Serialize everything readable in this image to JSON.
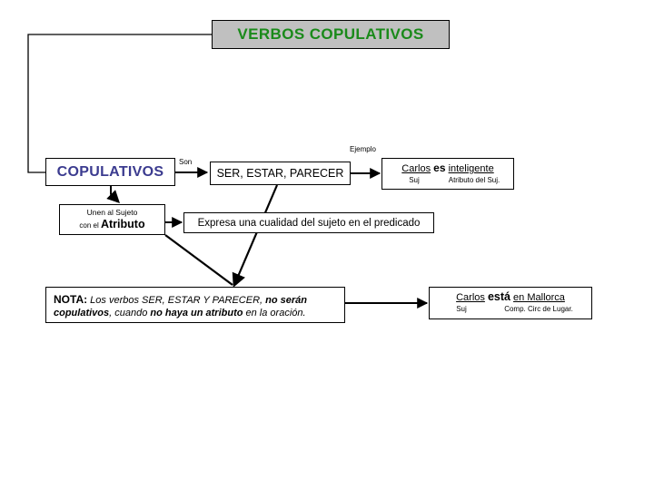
{
  "slide": {
    "title": "VERBOS COPULATIVOS",
    "title_color": "#1a8a1a",
    "title_bg": "#c0c0c0"
  },
  "nodes": {
    "copulativos": {
      "label": "COPULATIVOS",
      "color": "#3b3b8f"
    },
    "son_connector": "Son",
    "ejemplo_connector": "Ejemplo",
    "verbs": {
      "label": "SER, ESTAR, PARECER"
    },
    "unen": {
      "line1": "Unen al Sujeto",
      "line2_prefix": "con el ",
      "line2_strong": "Atributo"
    },
    "expresa": {
      "label": "Expresa una cualidad del sujeto en el predicado"
    },
    "nota": {
      "lead": "NOTA:",
      "part1": " Los verbos SER, ESTAR Y PARECER, ",
      "strong1": "no serán copulativos",
      "part2": ", cuando ",
      "strong2": "no haya un atributo",
      "part3": " en la oración."
    }
  },
  "examples": {
    "example1": {
      "subject": "Carlos",
      "verb": "es",
      "attribute": "inteligente",
      "subject_label": "Suj",
      "attribute_label": "Atributo del Suj."
    },
    "example2": {
      "subject": "Carlos",
      "verb": "está",
      "complement": "en Mallorca",
      "subject_label": "Suj",
      "complement_label": "Comp. Circ de Lugar."
    }
  }
}
